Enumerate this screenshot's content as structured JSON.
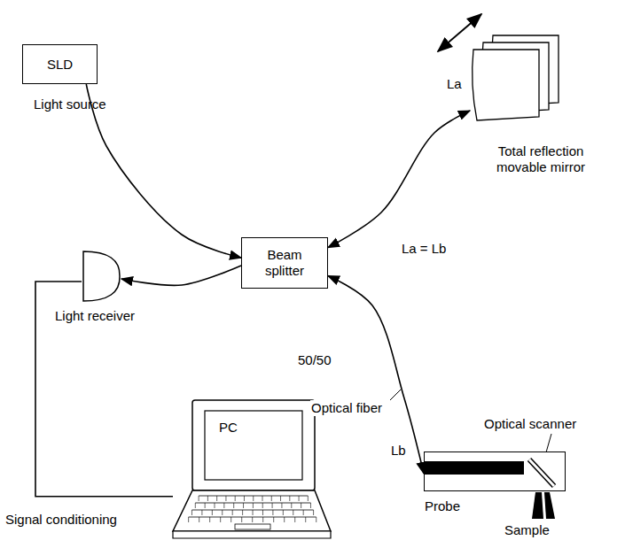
{
  "diagram": {
    "nodes": [
      {
        "text": [
          "SLD",
          "Light source"
        ]
      },
      {
        "text": [
          "Beam splitter"
        ]
      },
      {
        "text": [
          "Total reflection movable mirror"
        ]
      },
      {
        "text": [
          "Probe"
        ]
      },
      {
        "text": [
          "Light receiver"
        ]
      },
      {
        "text": [
          "PC"
        ]
      }
    ],
    "edges": [
      {
        "from": 0,
        "to": 1,
        "arrow": "to"
      },
      {
        "from": 1,
        "to": 2,
        "arrow": "both"
      },
      {
        "from": 1,
        "to": 3,
        "arrow": "both"
      },
      {
        "from": 1,
        "to": 4,
        "arrow": "to"
      },
      {
        "from": 4,
        "to": 5,
        "arrow": "none"
      }
    ],
    "labels": [
      "La",
      "La = Lb",
      "50/50",
      "Optical fiber",
      "Lb",
      "Optical scanner",
      "Sample",
      "Signal conditioning"
    ]
  }
}
